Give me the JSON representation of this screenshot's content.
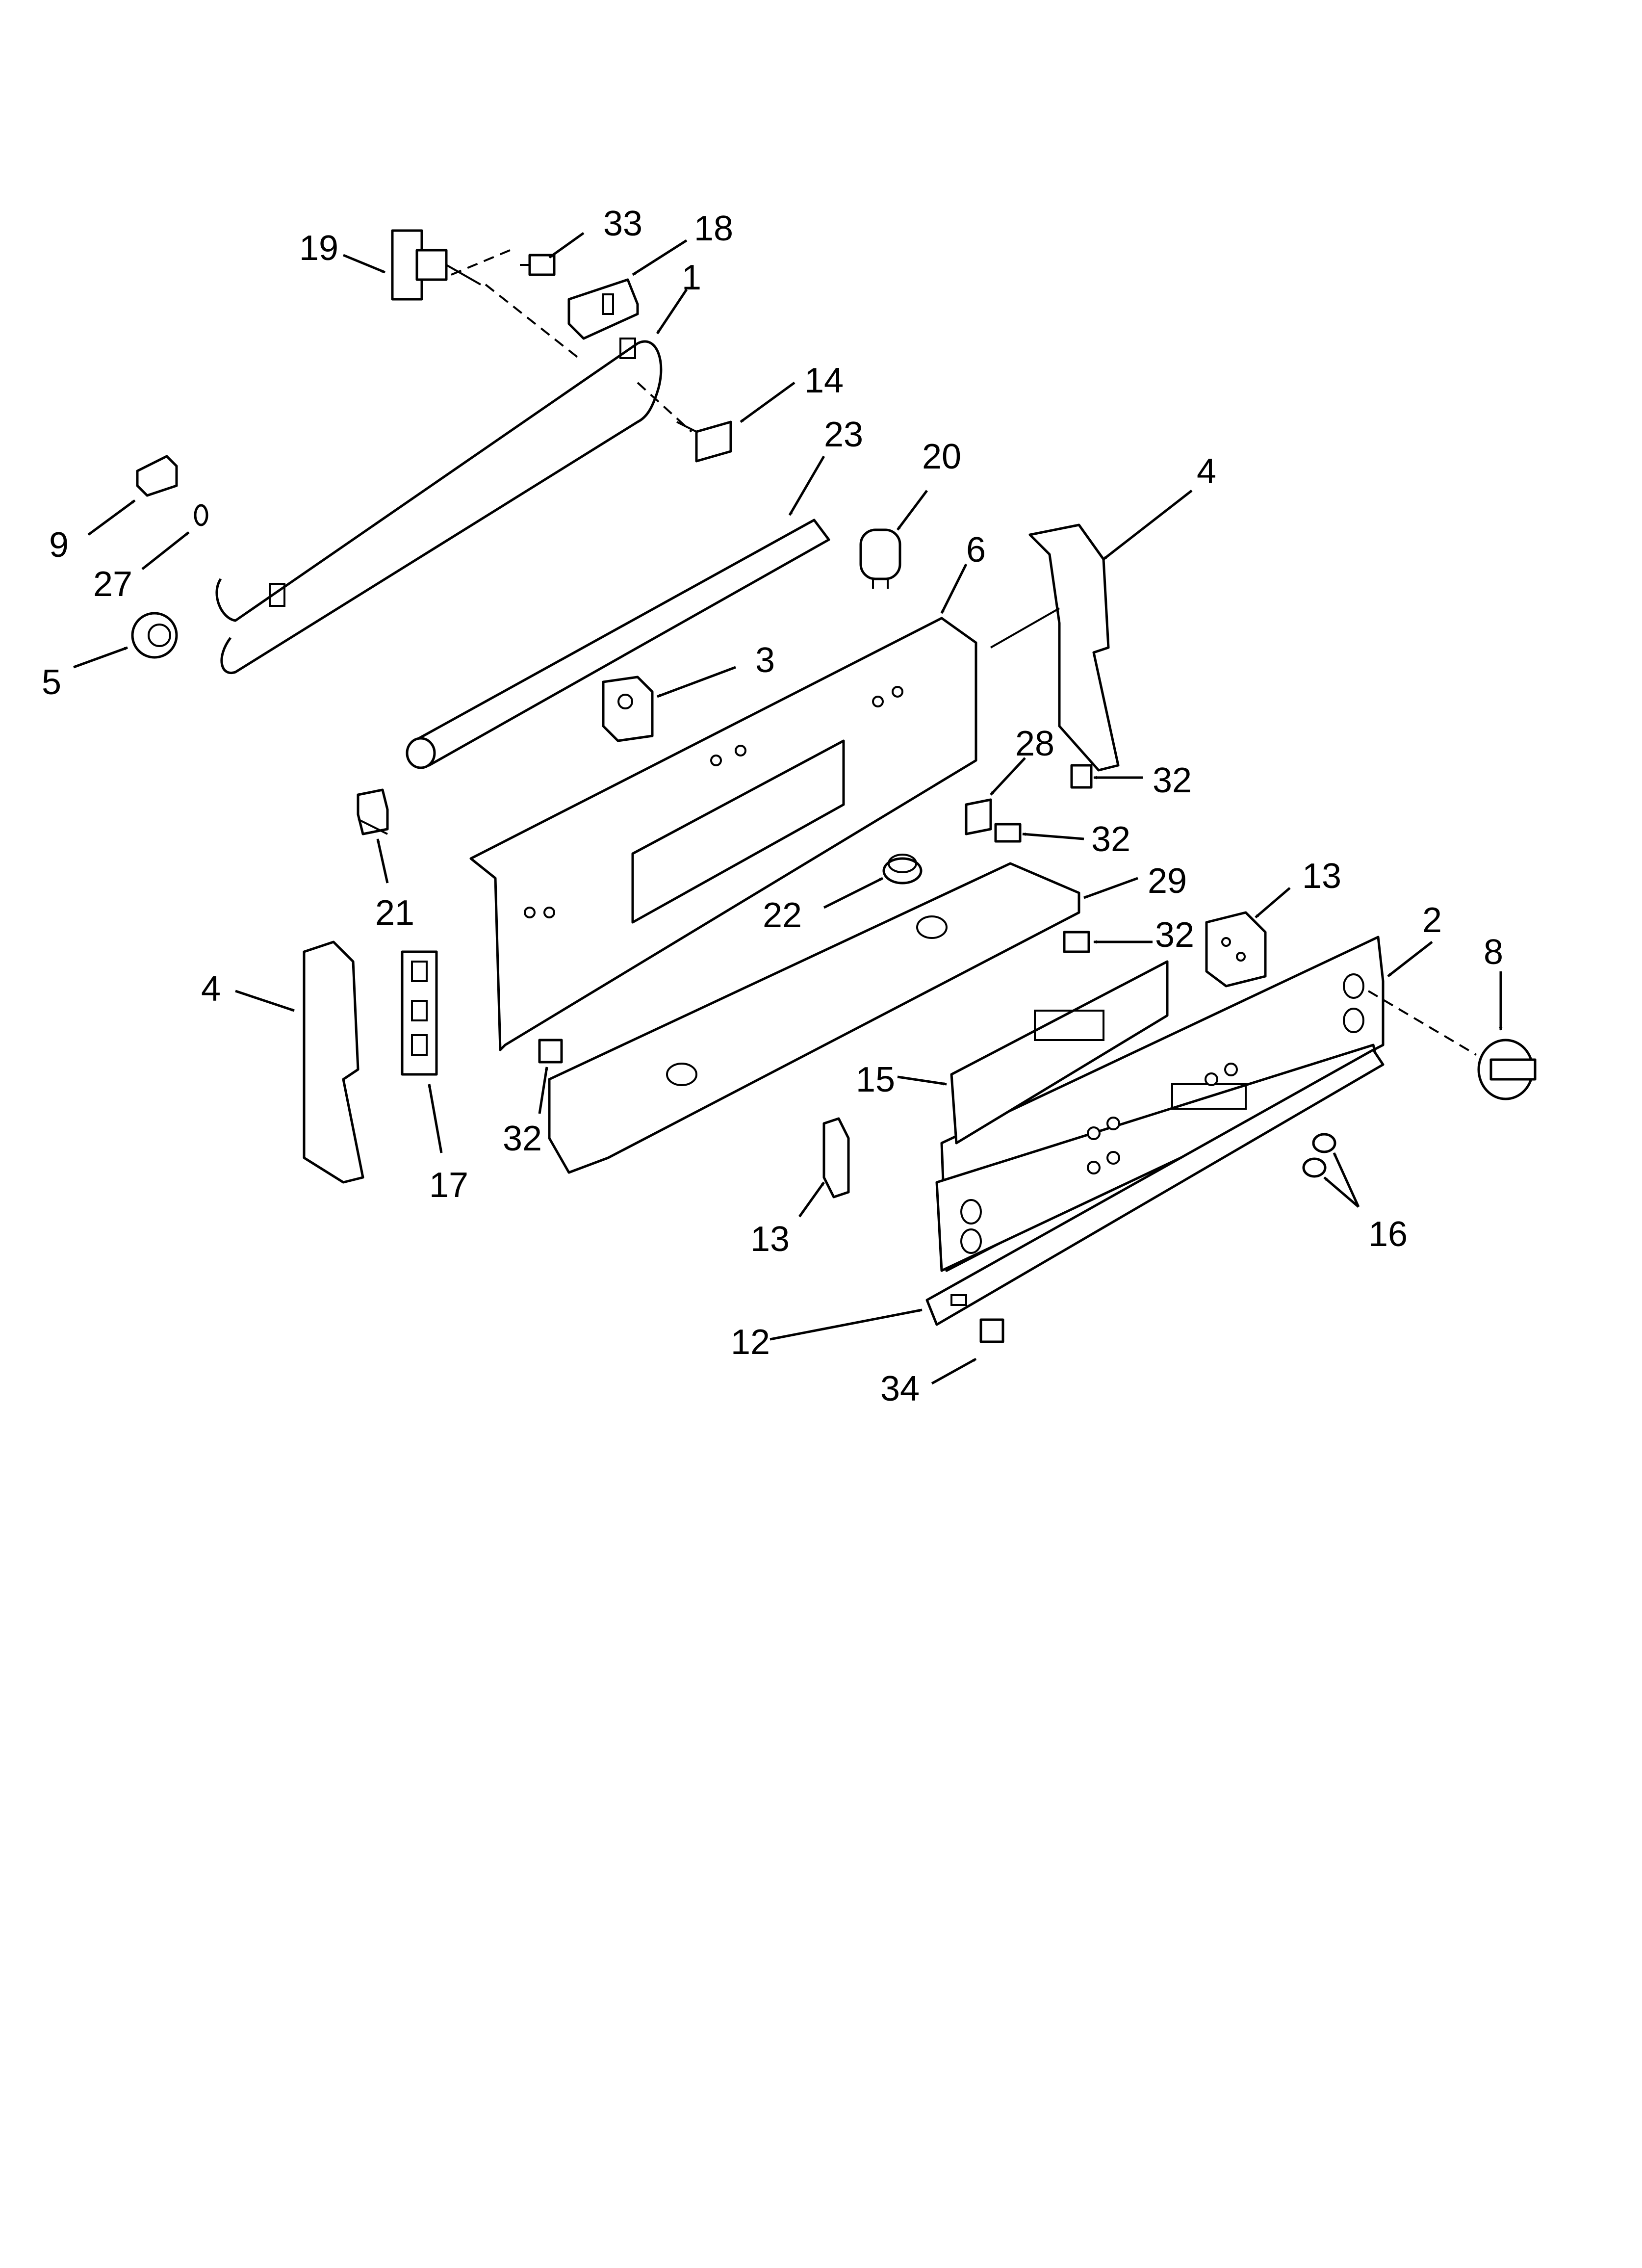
{
  "callouts": [
    {
      "label": "19"
    },
    {
      "label": "33"
    },
    {
      "label": "18"
    },
    {
      "label": "1"
    },
    {
      "label": "14"
    },
    {
      "label": "23"
    },
    {
      "label": "20"
    },
    {
      "label": "4"
    },
    {
      "label": "6"
    },
    {
      "label": "9"
    },
    {
      "label": "27"
    },
    {
      "label": "5"
    },
    {
      "label": "3"
    },
    {
      "label": "28"
    },
    {
      "label": "32"
    },
    {
      "label": "32"
    },
    {
      "label": "21"
    },
    {
      "label": "22"
    },
    {
      "label": "29"
    },
    {
      "label": "13"
    },
    {
      "label": "2"
    },
    {
      "label": "8"
    },
    {
      "label": "4"
    },
    {
      "label": "32"
    },
    {
      "label": "17"
    },
    {
      "label": "32"
    },
    {
      "label": "15"
    },
    {
      "label": "16"
    },
    {
      "label": "13"
    },
    {
      "label": "12"
    },
    {
      "label": "34"
    }
  ]
}
